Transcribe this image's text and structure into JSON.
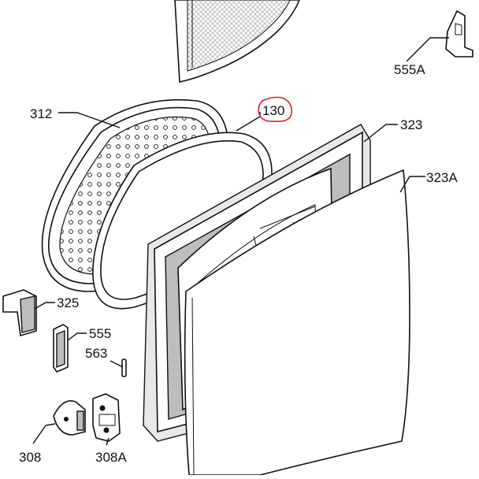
{
  "diagram": {
    "part_labels": {
      "p312": "312",
      "p130": "130",
      "p323": "323",
      "p323a": "323A",
      "p555a": "555A",
      "p325": "325",
      "p555": "555",
      "p563": "563",
      "p308": "308",
      "p308a": "308A"
    },
    "highlight_color": "#e0202a",
    "highlighted_part": "130"
  }
}
